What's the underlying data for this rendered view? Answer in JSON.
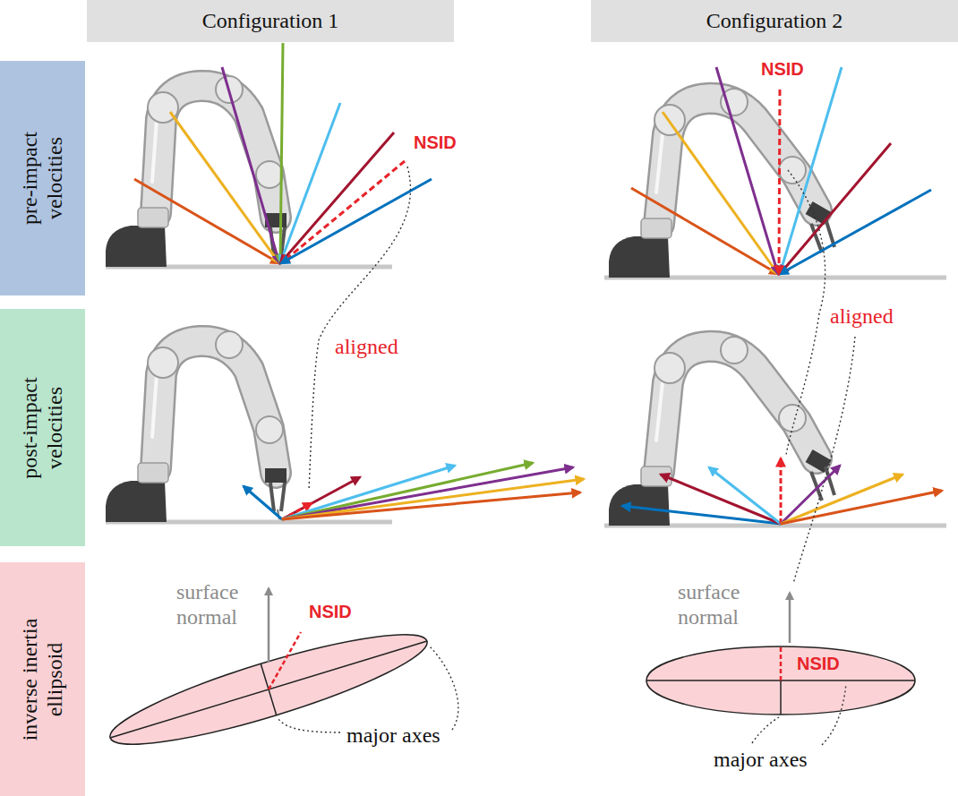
{
  "diagram": {
    "nodes": [
      {
        "text": [
          "Configuration 1"
        ]
      },
      {
        "text": [
          "Configuration 2"
        ]
      },
      {
        "text": [
          "pre-impact velocities"
        ]
      },
      {
        "text": [
          "post-impact velocities"
        ]
      },
      {
        "text": [
          "inverse inertia ellipsoid"
        ]
      }
    ],
    "labels": [
      "NSID",
      "NSID",
      "aligned",
      "aligned",
      "surface normal",
      "NSID",
      "major axes",
      "surface normal",
      "NSID",
      "major axes"
    ]
  }
}
